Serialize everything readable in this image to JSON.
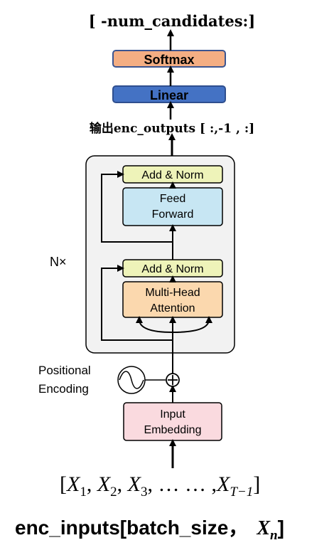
{
  "top_label": "[ -num_candidates:]",
  "softmax_label": "Softmax",
  "linear_label": "Linear",
  "output_label": "输出enc_outputs [ :,-1 , :]",
  "add_norm_top": "Add & Norm",
  "feed_forward_line1": "Feed",
  "feed_forward_line2": "Forward",
  "nx_label": "N×",
  "add_norm_bottom": "Add & Norm",
  "attention_line1": "Multi-Head",
  "attention_line2": "Attention",
  "positional_line1": "Positional",
  "positional_line2": "Encoding",
  "plus_symbol": "⊕",
  "embedding_line1": "Input",
  "embedding_line2": "Embedding",
  "sequence": {
    "open": "[",
    "items": [
      {
        "var": "X",
        "sub": "1"
      },
      {
        "var": "X",
        "sub": "2"
      },
      {
        "var": "X",
        "sub": "3"
      }
    ],
    "ellipsis": "… … ,",
    "last": {
      "var": "X",
      "sub": "T−1"
    },
    "close": "]"
  },
  "inputs_label": "enc_inputs[batch_size，",
  "inputs_var": "X",
  "inputs_sub": "n",
  "inputs_close": "]",
  "colors": {
    "softmax": "#F4AE83",
    "linear": "#4472C4",
    "add_norm": "#EEF3B9",
    "feed_forward": "#C7E6F3",
    "attention": "#FBD8AE",
    "embedding": "#FADADF",
    "block_bg": "#F2F2F2"
  }
}
